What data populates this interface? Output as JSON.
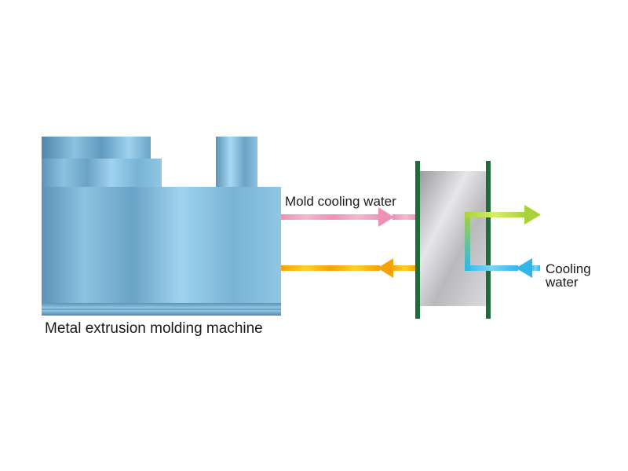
{
  "labels": {
    "machine": "Metal extrusion molding machine",
    "mold_water": "Mold cooling water",
    "cooling_line1": "Cooling",
    "cooling_line2": "water"
  },
  "colors": {
    "machine_light": "#9fd3ee",
    "machine_mid": "#6fa9cc",
    "machine_dark": "#4f87ad",
    "exchanger_frame": "#1f6b3a",
    "pink": "#ef8fb6",
    "orange": "#f4a300",
    "yellow": "#ffd12a",
    "lime": "#a8d23a",
    "cyan": "#2fb6ea"
  },
  "icons": {
    "arrow_out_machine": "arrow-right-icon",
    "arrow_into_machine": "arrow-left-icon",
    "arrow_out_cooling": "arrow-right-icon",
    "arrow_in_cooling": "arrow-left-icon"
  }
}
